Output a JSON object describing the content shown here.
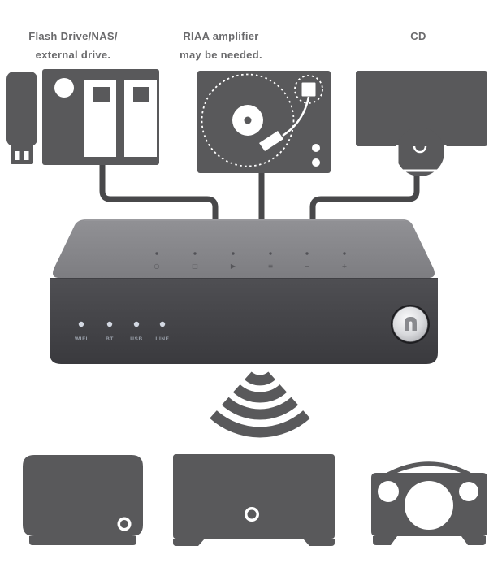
{
  "colors": {
    "background": "#ffffff",
    "icon_gray": "#59595b",
    "cable_gray": "#48484a",
    "device_top": "#86868a",
    "device_front": "#46464a",
    "led_dot": "#d3d8e2",
    "led_label": "#9aa0aa",
    "label_text": "#6a6a6c",
    "knob_metal": "#c6c7ca"
  },
  "sources": [
    {
      "name": "flash-drive-nas",
      "label_lines": [
        "Flash Drive/NAS/",
        "external drive."
      ]
    },
    {
      "name": "turntable",
      "label_lines": [
        "RIAA amplifier",
        "may be needed."
      ]
    },
    {
      "name": "cd-player",
      "label_lines": [
        "CD"
      ]
    }
  ],
  "device": {
    "name": "audio-streamer-hub",
    "top_buttons": [
      {
        "name": "power",
        "glyph": "○"
      },
      {
        "name": "source",
        "glyph": "□"
      },
      {
        "name": "play-pause",
        "glyph": "▶"
      },
      {
        "name": "preset",
        "glyph": "≡"
      },
      {
        "name": "volume-down",
        "glyph": "−"
      },
      {
        "name": "volume-up",
        "glyph": "+"
      }
    ],
    "front_leds": [
      {
        "label": "WIFI"
      },
      {
        "label": "BT"
      },
      {
        "label": "USB"
      },
      {
        "label": "LINE"
      }
    ],
    "knob": "volume-knob"
  },
  "wireless": {
    "icon": "wifi-signal-icon",
    "arc_count": 4
  },
  "outputs": [
    {
      "name": "bookshelf-speaker"
    },
    {
      "name": "amplifier-speaker"
    },
    {
      "name": "portable-speaker"
    }
  ]
}
